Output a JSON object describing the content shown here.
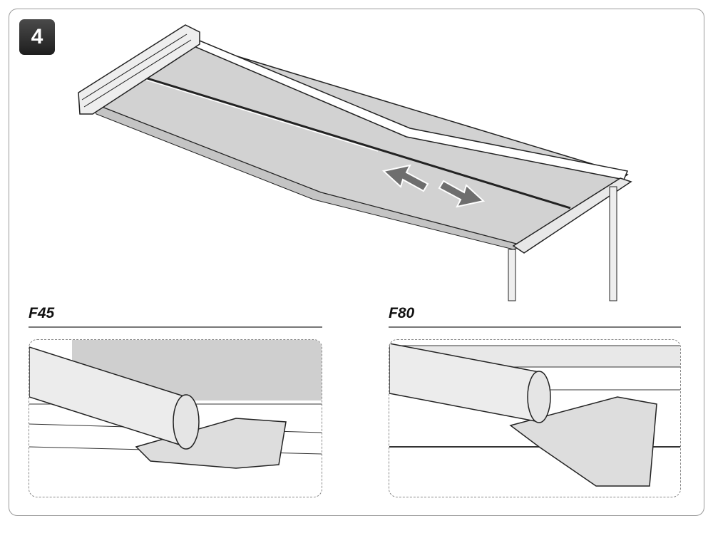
{
  "step_number": "4",
  "details": [
    {
      "label": "F45"
    },
    {
      "label": "F80"
    }
  ],
  "colors": {
    "fabric": "#d2d2d2",
    "arrow": "#6e6e6e",
    "badge": "#2a2a2a"
  }
}
